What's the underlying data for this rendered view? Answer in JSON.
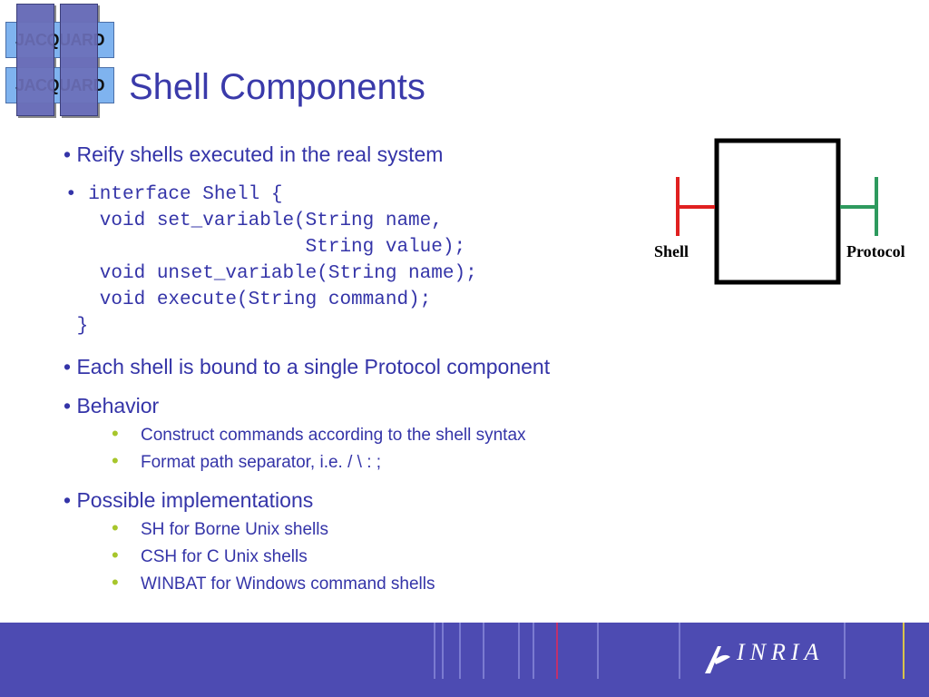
{
  "logo": {
    "line1": "JACQUARD",
    "line2": "JACQUARD"
  },
  "title": "Shell Components",
  "bullets": {
    "reify": "Reify shells executed in the real system",
    "code_lines": [
      "• interface Shell {",
      "   void set_variable(String name,",
      "                     String value);",
      "   void unset_variable(String name);",
      "   void execute(String command);",
      " }"
    ],
    "bound": "• Each shell is bound to a single Protocol component",
    "behavior": "• Behavior",
    "behavior_items": [
      "Construct commands according to the shell syntax",
      "Format path separator, i.e. / \\ : ;"
    ],
    "impl": "• Possible implementations",
    "impl_items": [
      "SH for Borne Unix shells",
      "CSH for C Unix shells",
      "WINBAT for Windows command shells"
    ]
  },
  "diagram": {
    "left_label": "Shell",
    "right_label": "Protocol",
    "left_color": "#e02020",
    "right_color": "#2e9a5e"
  },
  "footer": {
    "brand": "INRIA",
    "bg_color": "#4d4bb2"
  }
}
